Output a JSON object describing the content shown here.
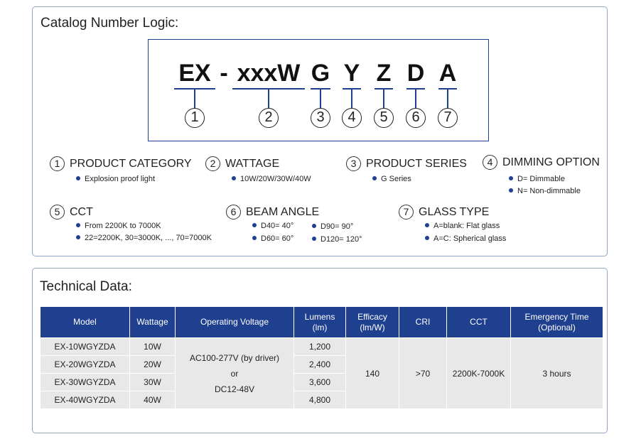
{
  "catalog": {
    "title": "Catalog Number Logic:",
    "code_segments": [
      "EX",
      "-",
      "xxxW",
      "G",
      "Y",
      "Z",
      "D",
      "A"
    ],
    "markers": [
      "1",
      "2",
      "3",
      "4",
      "5",
      "6",
      "7"
    ]
  },
  "legend": [
    {
      "num": "1",
      "title": "PRODUCT CATEGORY",
      "items": [
        "Explosion proof light"
      ]
    },
    {
      "num": "2",
      "title": "WATTAGE",
      "items": [
        "10W/20W/30W/40W"
      ]
    },
    {
      "num": "3",
      "title": "PRODUCT SERIES",
      "items": [
        "G Series"
      ]
    },
    {
      "num": "4",
      "title": "DIMMING OPTION",
      "items": [
        "D= Dimmable",
        "N= Non-dimmable"
      ]
    },
    {
      "num": "5",
      "title": "CCT",
      "items": [
        "From 2200K to 7000K",
        "22=2200K, 30=3000K, ..., 70=7000K"
      ]
    },
    {
      "num": "6",
      "title": "BEAM ANGLE",
      "items": [
        "D40= 40°",
        "D90= 90°",
        "D60= 60°",
        "D120= 120°"
      ]
    },
    {
      "num": "7",
      "title": "GLASS TYPE",
      "items": [
        "A=blank: Flat glass",
        "A=C: Spherical glass"
      ]
    }
  ],
  "technical": {
    "title": "Technical Data:",
    "headers": {
      "model": "Model",
      "wattage": "Wattage",
      "voltage": "Operating Voltage",
      "lumens": "Lumens",
      "lumens_unit": "(lm)",
      "efficacy": "Efficacy",
      "efficacy_unit": "(lm/W)",
      "cri": "CRI",
      "cct": "CCT",
      "emergency": "Emergency Time",
      "emergency_note": "(Optional)"
    },
    "rows": [
      {
        "model": "EX-10WGYZDA",
        "wattage": "10W",
        "lumens": "1,200"
      },
      {
        "model": "EX-20WGYZDA",
        "wattage": "20W",
        "lumens": "2,400"
      },
      {
        "model": "EX-30WGYZDA",
        "wattage": "30W",
        "lumens": "3,600"
      },
      {
        "model": "EX-40WGYZDA",
        "wattage": "40W",
        "lumens": "4,800"
      }
    ],
    "shared": {
      "voltage_line1": "AC100-277V (by driver)",
      "voltage_line2": "or",
      "voltage_line3": "DC12-48V",
      "efficacy": "140",
      "cri": ">70",
      "cct": "2200K-7000K",
      "emergency": "3 hours"
    }
  },
  "colors": {
    "accent": "#1f3f8f",
    "cell_bg": "#e8e8e8",
    "border": "#8fa6c4"
  }
}
